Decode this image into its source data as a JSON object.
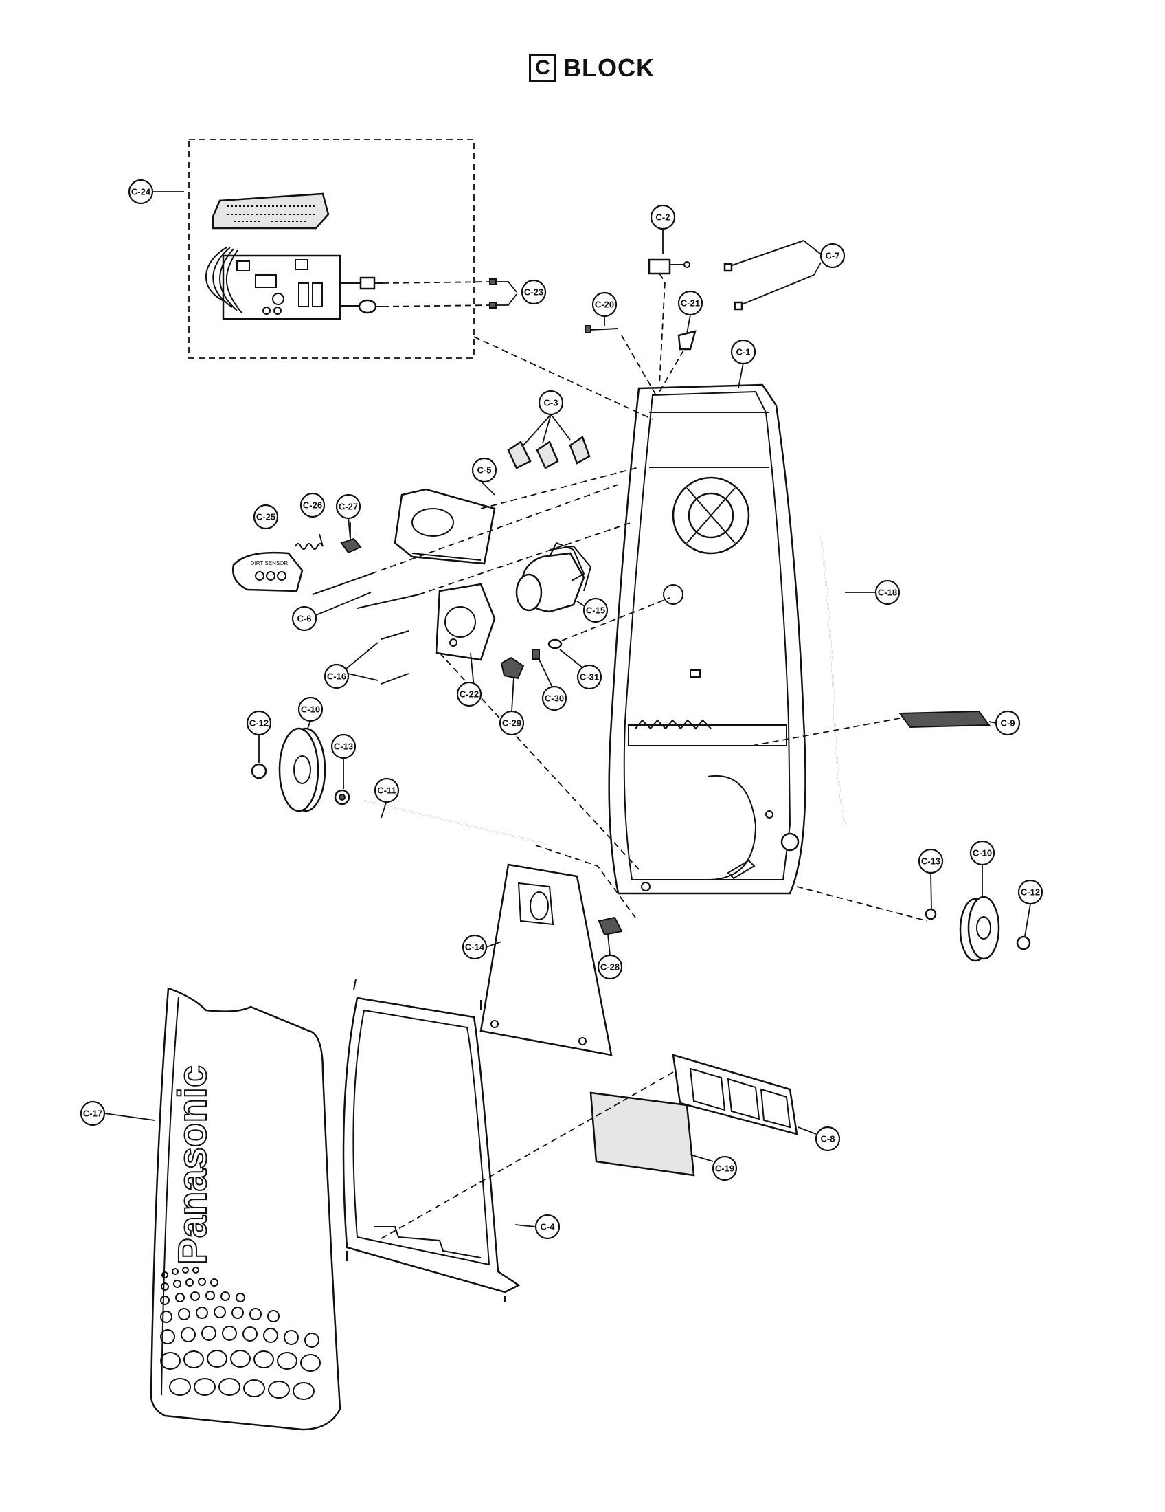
{
  "title": {
    "box_letter": "C",
    "text": "BLOCK"
  },
  "brand_text": "Panasonic",
  "sticker_text": "DIRT SENSOR",
  "callouts": {
    "c24": "C-24",
    "c23": "C-23",
    "c2": "C-2",
    "c7": "C-7",
    "c20": "C-20",
    "c21": "C-21",
    "c1": "C-1",
    "c3": "C-3",
    "c5": "C-5",
    "c25": "C-25",
    "c26": "C-26",
    "c27": "C-27",
    "c6": "C-6",
    "c18": "C-18",
    "c15": "C-15",
    "c16": "C-16",
    "c22": "C-22",
    "c29": "C-29",
    "c30": "C-30",
    "c31": "C-31",
    "c12a": "C-12",
    "c10a": "C-10",
    "c13a": "C-13",
    "c11": "C-11",
    "c9": "C-9",
    "c13b": "C-13",
    "c10b": "C-10",
    "c12b": "C-12",
    "c14": "C-14",
    "c28": "C-28",
    "c17": "C-17",
    "c8": "C-8",
    "c19": "C-19",
    "c4": "C-4"
  }
}
